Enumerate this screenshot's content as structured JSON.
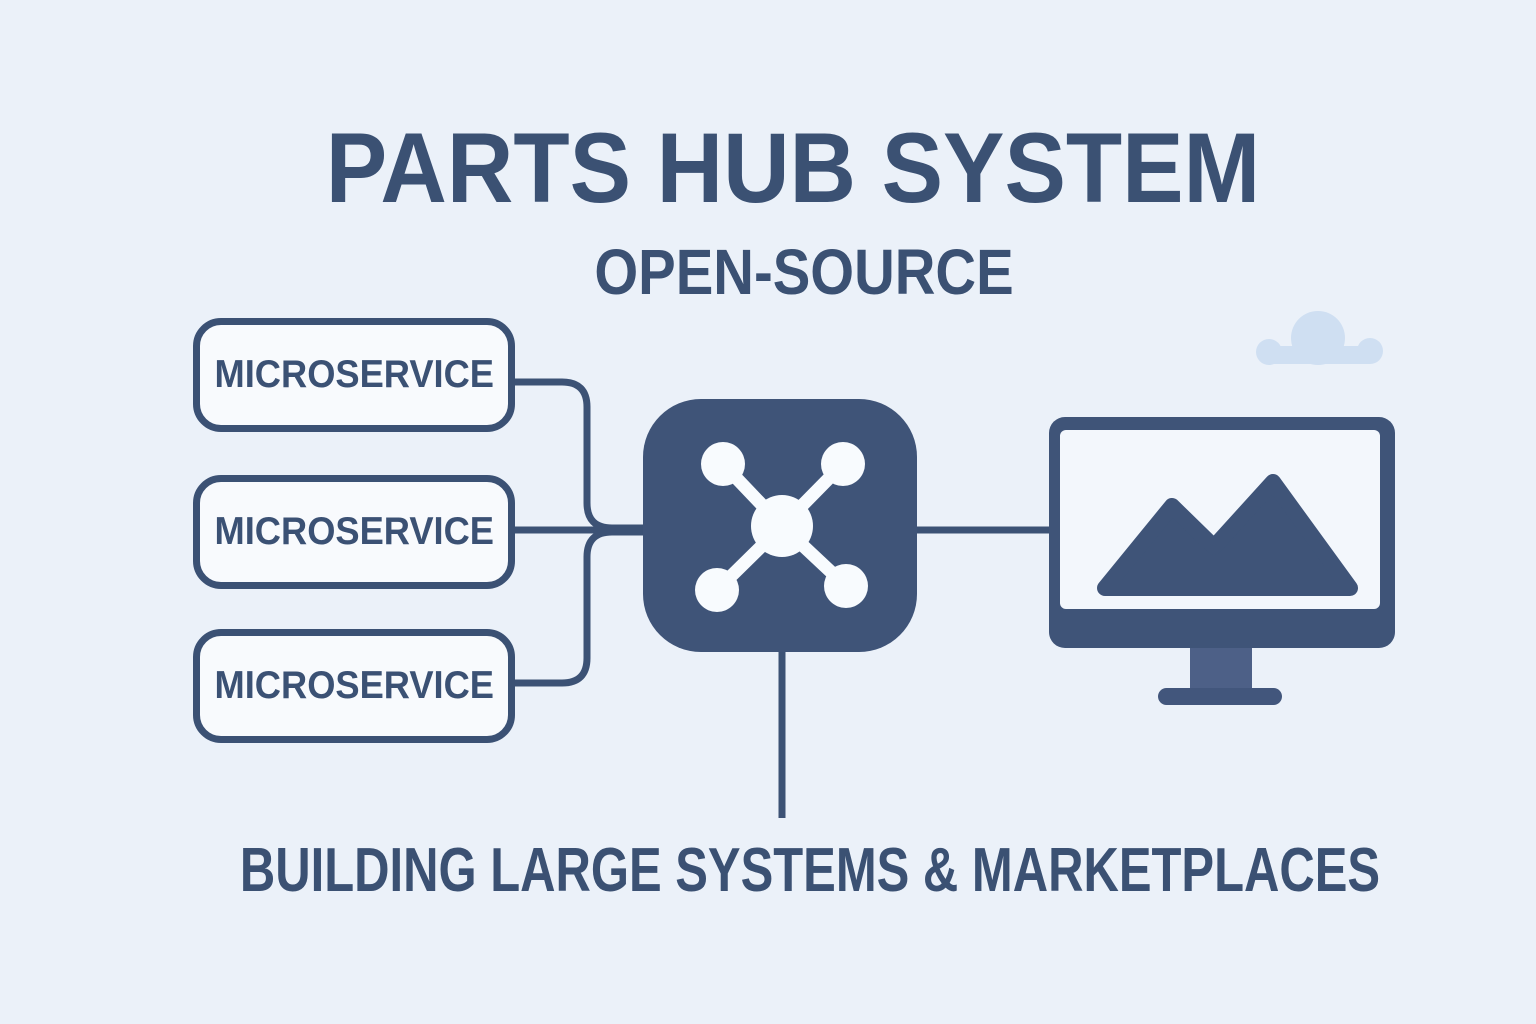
{
  "title": "PARTS HUB SYSTEM",
  "subtitle": "OPEN-SOURCE",
  "footer": "BUILDING LARGE SYSTEMS & MARKETPLACES",
  "nodes": {
    "microservices": [
      {
        "label": "MICROSERVICE"
      },
      {
        "label": "MICROSERVICE"
      },
      {
        "label": "MICROSERVICE"
      }
    ],
    "hub": {
      "icon": "network-hub-icon"
    },
    "display": {
      "icon": "monitor-icon",
      "screen_icon": "image-mountains-icon"
    }
  },
  "decorations": {
    "cloud": "cloud-icon"
  },
  "colors": {
    "background": "#ebf1f9",
    "text_navy": "#3b5173",
    "line_navy": "#3c5275",
    "node_fill_navy": "#3f5478",
    "box_fill": "#f8fafd",
    "icon_white": "#f8fbfe",
    "monitor_stand": "#4d6087",
    "monitor_base": "#42567c",
    "cloud_blue": "#cfdff2"
  }
}
